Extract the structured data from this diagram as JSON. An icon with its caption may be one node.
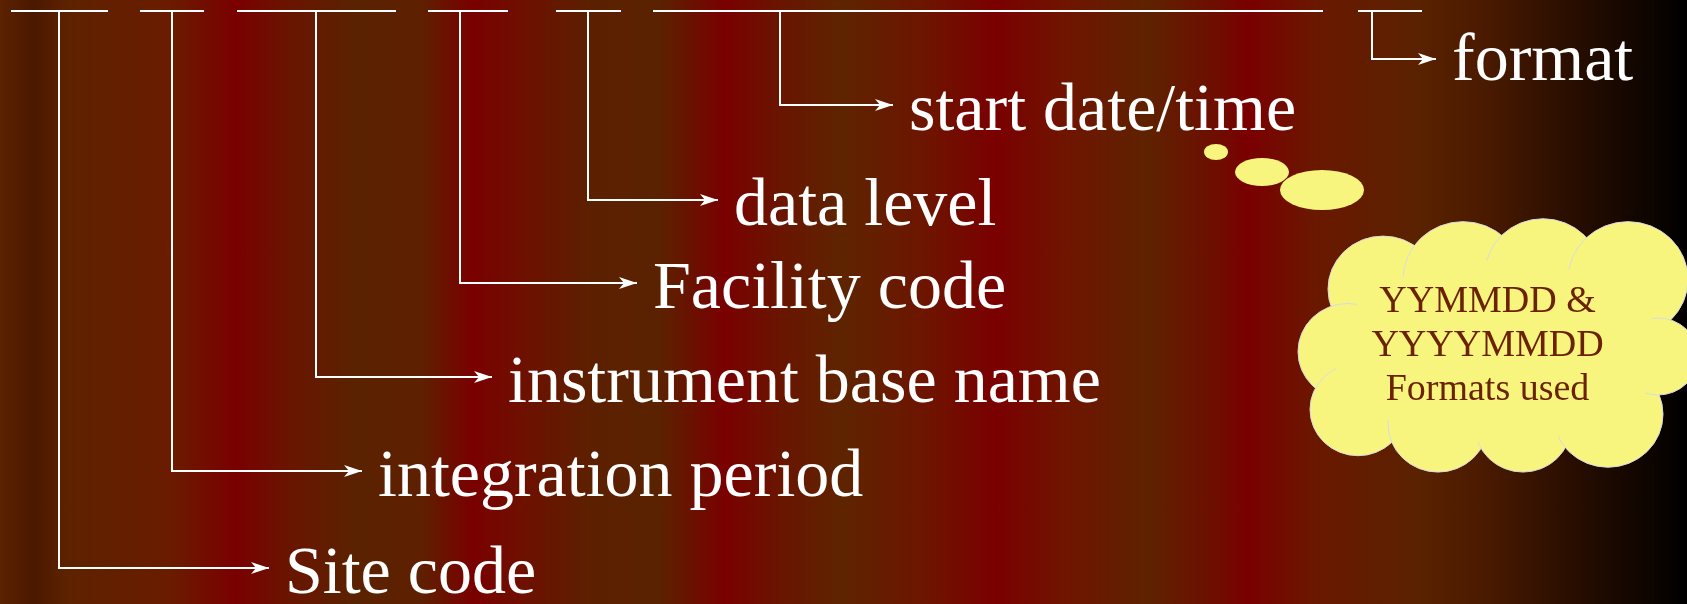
{
  "diagram": {
    "nodes": [
      {
        "text": [],
        "shape": "bar"
      },
      {
        "text": [],
        "shape": "bar"
      },
      {
        "text": [],
        "shape": "bar"
      },
      {
        "text": [],
        "shape": "bar"
      },
      {
        "text": [],
        "shape": "bar"
      },
      {
        "text": [],
        "shape": "bar"
      },
      {
        "text": [],
        "shape": "bar"
      },
      {
        "text": [
          "Site code"
        ]
      },
      {
        "text": [
          "integration period"
        ]
      },
      {
        "text": [
          "instrument base name"
        ]
      },
      {
        "text": [
          "Facility code"
        ]
      },
      {
        "text": [
          "data level"
        ]
      },
      {
        "text": [
          "start date/time"
        ]
      },
      {
        "text": [
          "format"
        ]
      },
      {
        "text": [
          "YYMMDD & YYYYMMDD",
          "Formats used"
        ]
      }
    ],
    "edges": [
      {
        "from": 0,
        "to": 7,
        "arrow": "to"
      },
      {
        "from": 1,
        "to": 8,
        "arrow": "to"
      },
      {
        "from": 2,
        "to": 9,
        "arrow": "to"
      },
      {
        "from": 3,
        "to": 10,
        "arrow": "to"
      },
      {
        "from": 4,
        "to": 11,
        "arrow": "to"
      },
      {
        "from": 5,
        "to": 12,
        "arrow": "to"
      },
      {
        "from": 6,
        "to": 13,
        "arrow": "to"
      }
    ]
  }
}
